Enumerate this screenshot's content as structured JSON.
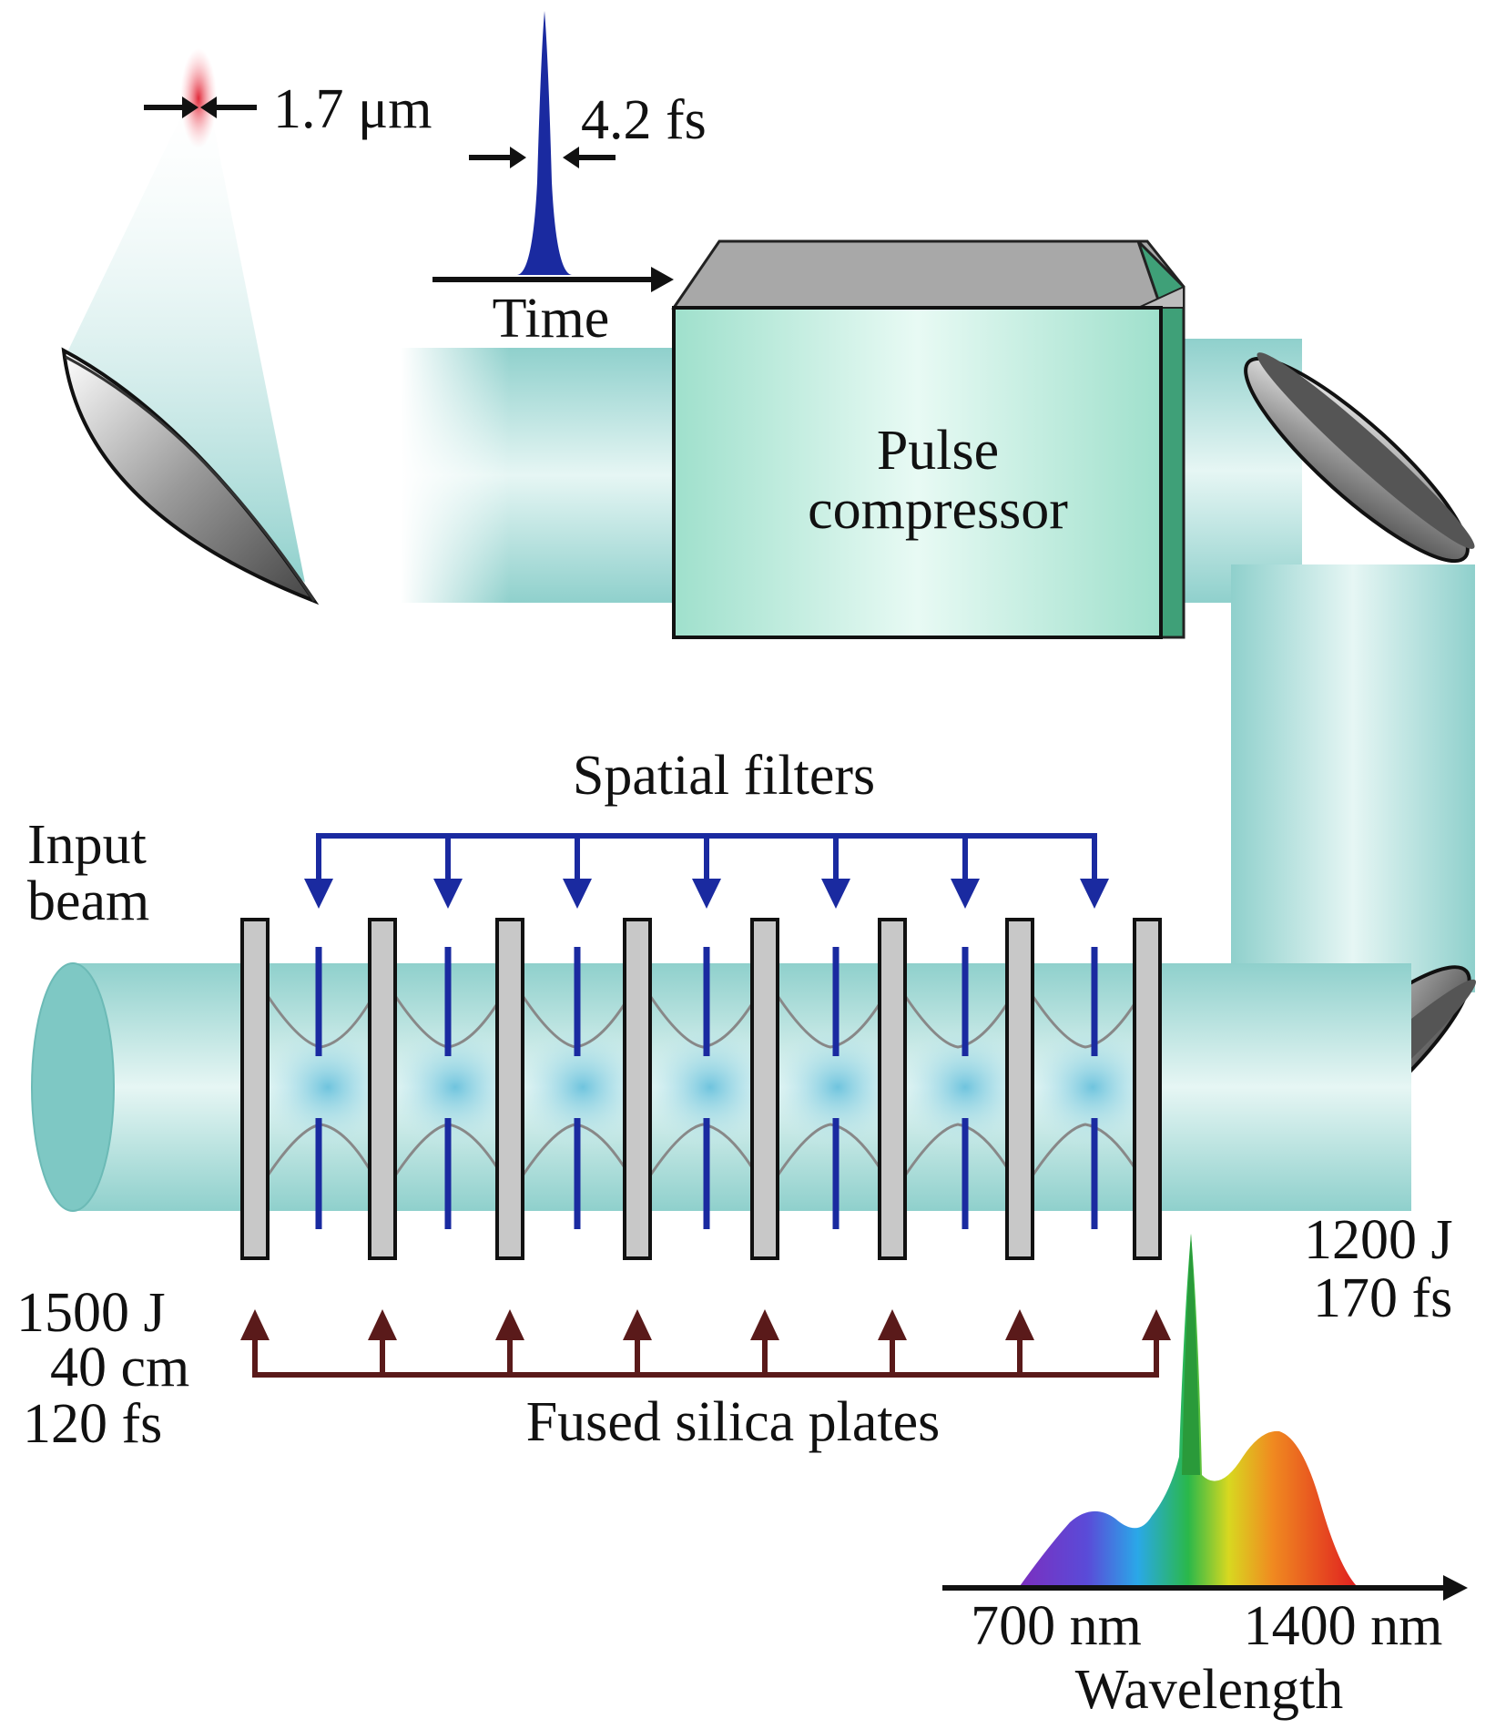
{
  "labels": {
    "focus_spot": "1.7 μm",
    "pulse_width": "4.2 fs",
    "time_axis": "Time",
    "compressor_line1": "Pulse",
    "compressor_line2": "compressor",
    "spatial_filters": "Spatial filters",
    "input_line1": "Input",
    "input_line2": "beam",
    "input_energy": "1500 J",
    "input_diameter": "40 cm",
    "input_duration": "120 fs",
    "output_energy": "1200 J",
    "output_duration": "170 fs",
    "fused_silica": "Fused silica plates",
    "wl_700": "700 nm",
    "wl_1400": "1400 nm",
    "wavelength_axis": "Wavelength"
  },
  "colors": {
    "beam": "#9fd8d4",
    "beam_dark": "#5fb8b4",
    "compressor_front": "#b9ecdd",
    "compressor_top": "#9a9a9a",
    "plate": "#c8c8c8",
    "spatial_filter": "#1a2aa0",
    "plate_arrow": "#5a1a1a",
    "pulse": "#1a2aa0",
    "focus": "#e0404a"
  },
  "counts": {
    "fused_silica_plates": 8,
    "spatial_filters": 7
  }
}
